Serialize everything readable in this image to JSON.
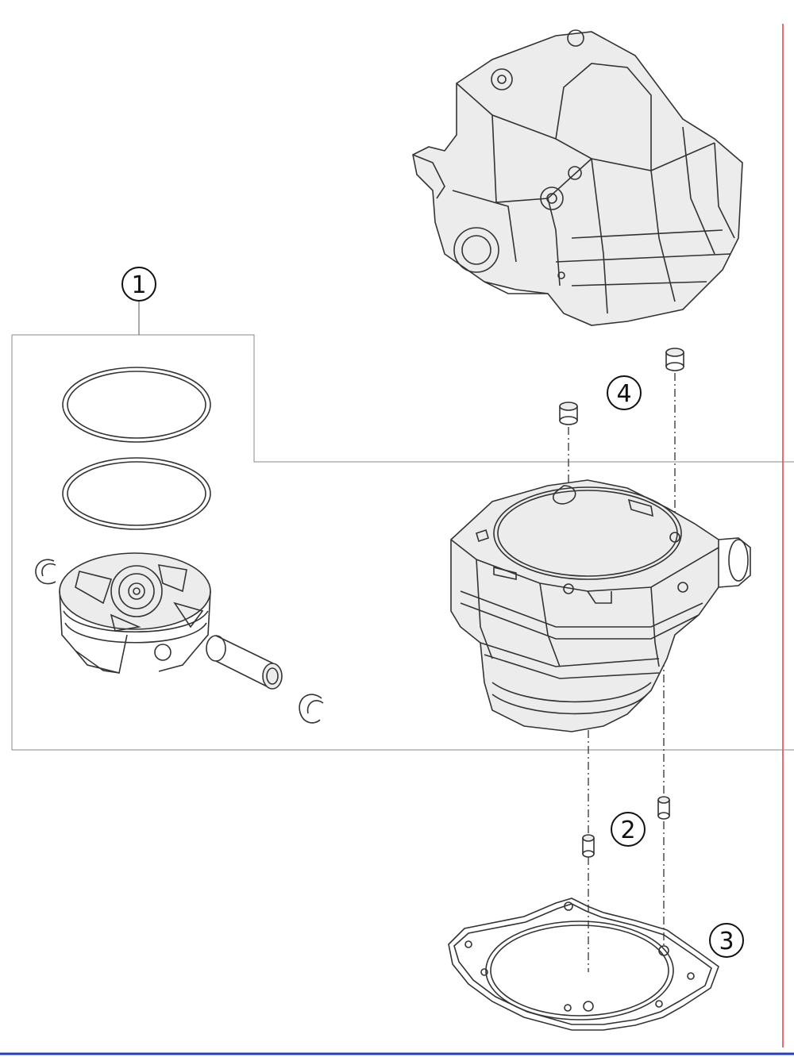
{
  "diagram": {
    "callouts": [
      {
        "id": "1",
        "label": "1"
      },
      {
        "id": "2",
        "label": "2"
      },
      {
        "id": "3",
        "label": "3"
      },
      {
        "id": "4",
        "label": "4"
      }
    ],
    "colors": {
      "line": "#333333",
      "frame": "#888888",
      "redline": "#e33a3a",
      "blueline": "#1f3fbf"
    }
  }
}
